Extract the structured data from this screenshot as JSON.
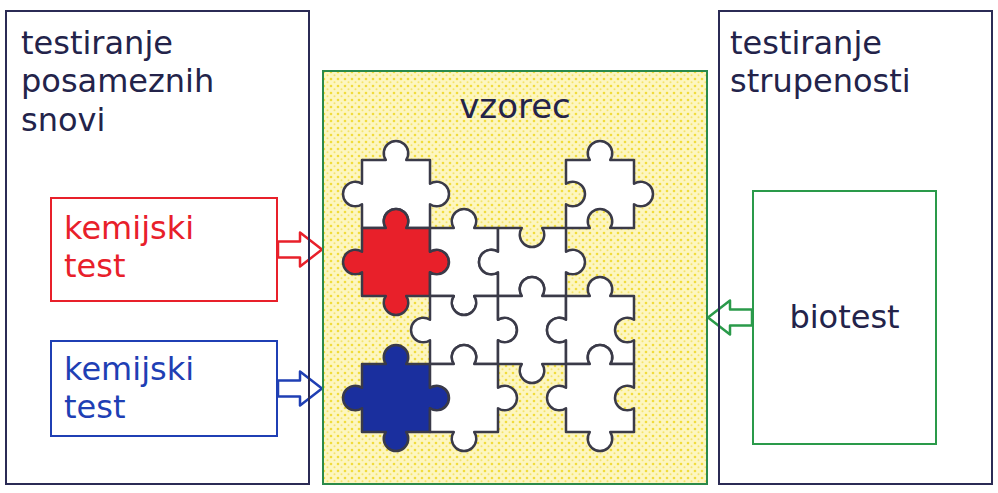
{
  "diagram": {
    "nodes": [
      {
        "text": [
          "testiranje posameznih snovi"
        ]
      },
      {
        "text": [
          "kemijski test"
        ],
        "in": 0
      },
      {
        "text": [
          "kemijski test"
        ],
        "in": 0
      },
      {
        "text": [
          "vzorec"
        ]
      },
      {
        "text": [
          "testiranje strupenosti"
        ]
      },
      {
        "text": [
          "biotest"
        ],
        "in": 4
      }
    ],
    "edges": [
      {
        "from": 1,
        "to": 3,
        "arrow": "to"
      },
      {
        "from": 2,
        "to": 3,
        "arrow": "to"
      },
      {
        "from": 5,
        "to": 3,
        "arrow": "to"
      }
    ]
  }
}
